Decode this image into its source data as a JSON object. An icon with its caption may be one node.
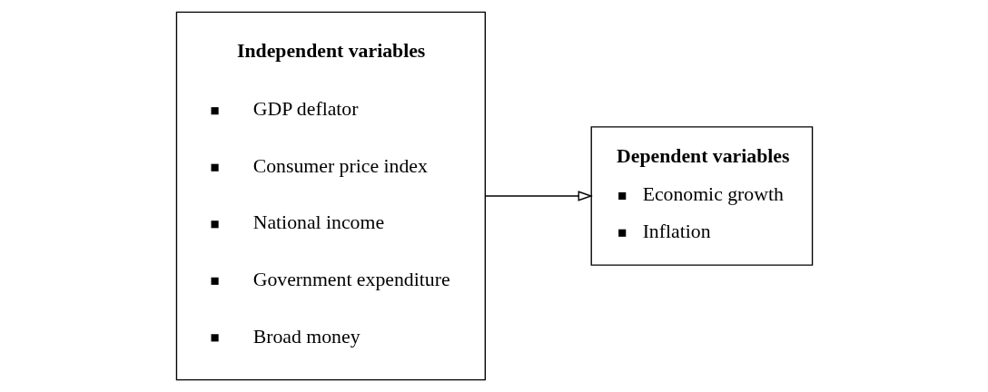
{
  "diagram": {
    "nodes": [
      {
        "text": [
          "Independent variables",
          "GDP deflator",
          "Consumer price index",
          "National income",
          "Government expenditure",
          "Broad money"
        ]
      },
      {
        "text": [
          "Dependent variables",
          "Economic growth",
          "Inflation"
        ]
      }
    ],
    "edges": [
      {
        "from": 0,
        "to": 1,
        "arrow": "to"
      }
    ]
  }
}
